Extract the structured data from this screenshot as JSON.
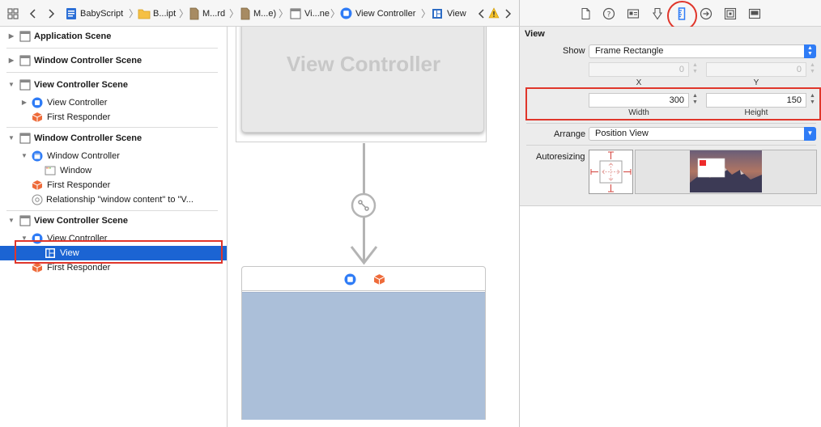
{
  "jumpbar": {
    "crumbs": [
      "BabyScript",
      "B...ipt",
      "M...rd",
      "M...e)",
      "Vi...ne",
      "View Controller",
      "View"
    ]
  },
  "navigator": {
    "scenes": [
      {
        "label": "Application Scene"
      },
      {
        "label": "Window Controller Scene"
      },
      {
        "label": "View Controller Scene",
        "children": [
          "View Controller",
          "First Responder"
        ]
      },
      {
        "label": "Window Controller Scene",
        "children": [
          "Window Controller",
          "Window",
          "First Responder",
          "Relationship \"window content\" to \"V..."
        ]
      },
      {
        "label": "View Controller Scene",
        "children": [
          "View Controller",
          "View",
          "First Responder"
        ]
      }
    ]
  },
  "canvas": {
    "top_scene_title": "View Controller"
  },
  "inspector": {
    "section_title": "View",
    "show_label": "Show",
    "show_value": "Frame Rectangle",
    "x_value": "0",
    "y_value": "0",
    "x_label": "X",
    "y_label": "Y",
    "width_value": "300",
    "height_value": "150",
    "width_label": "Width",
    "height_label": "Height",
    "arrange_label": "Arrange",
    "arrange_value": "Position View",
    "autoresizing_label": "Autoresizing"
  },
  "colors": {
    "selection": "#1b64d3",
    "accent": "#2f7cf6",
    "highlight_red": "#e0362b",
    "view_fill": "#abbfd9"
  },
  "icons": {
    "toolbar": [
      "file-icon",
      "help-icon",
      "identity-icon",
      "attributes-icon",
      "size-ruler-icon",
      "connections-icon",
      "bindings-icon",
      "effects-icon"
    ]
  }
}
